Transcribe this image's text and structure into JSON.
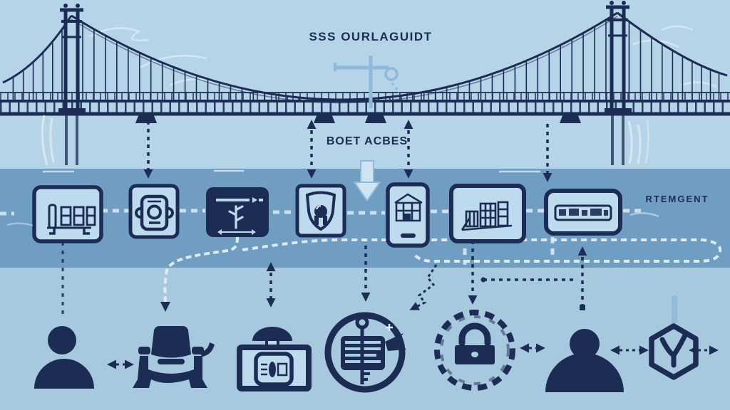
{
  "captions": {
    "top": "SSS OURLAGUIDT",
    "center": "BOET ACBES",
    "right": "RTEMGENT"
  },
  "colors": {
    "sky": "#b5d4e7",
    "band": "#6f9ec2",
    "lower": "#a6c9de",
    "navy": "#1c2c55",
    "light": "#bedbed",
    "sketch": "#dcebf5",
    "lightblue": "#8fb9d9"
  },
  "middle_icons": [
    "monitor-data-icon",
    "phone-gear-icon",
    "transfer-panel-icon",
    "shield-lock-icon",
    "smartphone-building-icon",
    "monitor-city-icon",
    "server-bar-icon"
  ],
  "bottom_icons": [
    "person-icon",
    "car-armchair-icon",
    "scanner-box-icon",
    "badge-key-icon",
    "gear-padlock-icon",
    "person-icon",
    "hexagon-check-icon"
  ]
}
